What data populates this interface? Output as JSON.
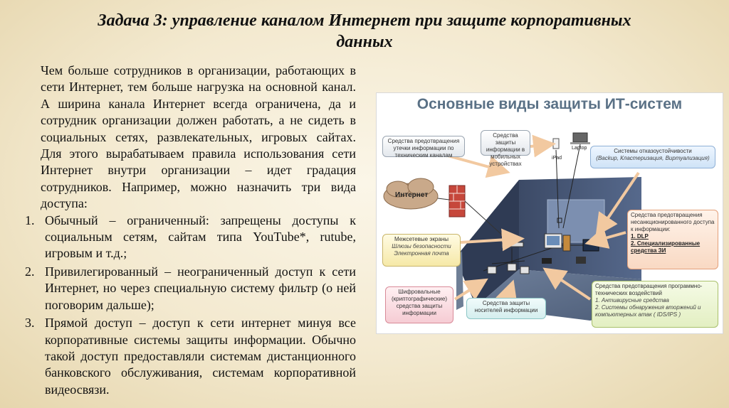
{
  "title_line1": "Задача 3: управление каналом Интернет при защите корпоративных",
  "title_line2": "данных",
  "intro": "Чем больше сотрудников в организации, работающих в сети Интернет, тем больше нагрузка на основной канал. А ширина канала Интернет всегда ограничена, да и сотрудник организации должен работать, а не сидеть в социальных сетях, развлекательных, игровых сайтах. Для этого вырабатываем правила использования сети Интернет внутри организации – идет градация сотрудников. Например, можно назначить три вида доступа:",
  "items": [
    {
      "num": "1.",
      "text": "Обычный – ограниченный: запрещены доступы к социальным сетям, сайтам типа YouTube*, rutube, игровым и т.д.;"
    },
    {
      "num": "2.",
      "text": "Привилегированный – неограниченный доступ к сети Интернет, но через специальную систему фильтр (о ней поговорим дальше);"
    },
    {
      "num": "3.",
      "text": "Прямой доступ – доступ к сети интернет минуя все корпоративные системы защиты информации. Обычно такой доступ предоставляли системам дистанционного банковского обслуживания, системам корпоративной видеосвязи."
    }
  ],
  "diagram": {
    "title": "Основные виды защиты ИТ-систем",
    "leak": "Средства предотвращения утечки информации по техническим каналам",
    "mobile": "Средства защиты информации в мобильных устройствах",
    "ipad": "iPad",
    "laptop": "Laptop",
    "fault_title": "Системы отказоустойчивости",
    "fault_sub": "(Backup, Кластеризация, Виртуализация)",
    "internet": "Интернет",
    "firewall_title": "Межсетевые экраны",
    "firewall_sub1": "Шлюзы безопасности",
    "firewall_sub2": "Электронная почта",
    "nsd_title": "Средства предотвращения несанкционированного доступа к информации:",
    "nsd_1": "1. DLP",
    "nsd_2": "2. Специализированные средства ЗИ",
    "crypto": "Шифровальные (криптографические) средства защиты информации",
    "media": "Средства защиты носителей информации",
    "malware_title": "Средства предотвращения программно-технических воздействий",
    "malware_1": "1.   Антивирусные средства",
    "malware_2": "2.   Системы обнаружения вторжений и компьютерных атак ( IDS/IPS )"
  }
}
